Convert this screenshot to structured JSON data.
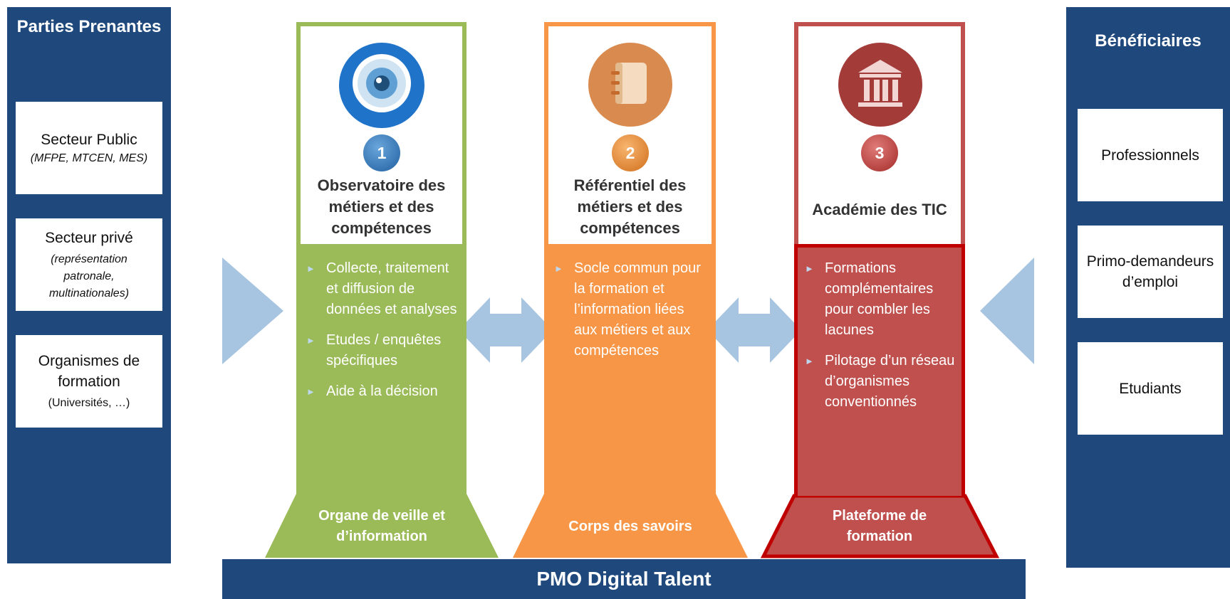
{
  "left_panel": {
    "title": "Parties Prenantes",
    "boxes": [
      {
        "main": "Secteur Public",
        "sub": "(MFPE, MTCEN, MES)"
      },
      {
        "main": "Secteur privé",
        "sub": "(représentation patronale, multinationales)"
      },
      {
        "main": "Organismes de formation",
        "sub": "(Universités, …)"
      }
    ]
  },
  "right_panel": {
    "title": "Bénéficiaires",
    "boxes": [
      "Professionnels",
      "Primo-demandeurs d’emploi",
      "Etudiants"
    ]
  },
  "pillars": [
    {
      "number": "1",
      "icon": "eye-icon",
      "title": "Observatoire des métiers et des compétences",
      "bullets": [
        "Collecte, traitement et diffusion de données et analyses",
        "Etudes / enquêtes spécifiques",
        "Aide à la décision"
      ],
      "base": "Organe de veille et d’information",
      "color": "#9bbb59"
    },
    {
      "number": "2",
      "icon": "notebook-icon",
      "title": "Référentiel des métiers et des compétences",
      "bullets": [
        "Socle commun pour la formation et l’information liées aux métiers et aux compétences"
      ],
      "base": "Corps des savoirs",
      "color": "#f79646"
    },
    {
      "number": "3",
      "icon": "institution-icon",
      "title": "Académie des TIC",
      "bullets": [
        "Formations complémentaires pour combler les lacunes",
        "Pilotage d’un réseau d’organismes conventionnés"
      ],
      "base": "Plateforme de formation",
      "color": "#c0504d"
    }
  ],
  "footer": "PMO Digital Talent",
  "colors": {
    "navy": "#1f497d",
    "arrow": "#a7c4e0",
    "green": "#9bbb59",
    "orange": "#f79646",
    "red": "#c0504d",
    "dark_red": "#c00000"
  }
}
